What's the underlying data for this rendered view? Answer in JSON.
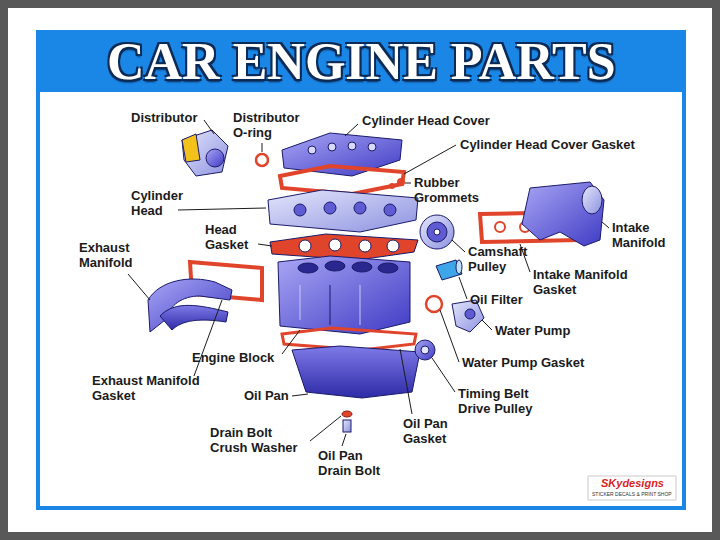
{
  "diagram": {
    "title": "CAR ENGINE PARTS",
    "labels": [
      "Distributor",
      "Distributor O-ring",
      "Cylinder Head Cover",
      "Cylinder Head Cover Gasket",
      "Rubber Grommets",
      "Cylinder Head",
      "Head Gasket",
      "Camshaft Pulley",
      "Intake Manifold",
      "Exhaust Manifold",
      "Intake Manifold Gasket",
      "Oil Filter",
      "Water Pump",
      "Engine Block",
      "Water Pump Gasket",
      "Exhaust Manifold Gasket",
      "Oil Pan",
      "Timing Belt Drive Pulley",
      "Drain Bolt Crush Washer",
      "Oil Pan Gasket",
      "Oil Pan Drain Bolt",
      "SKydesigns",
      "STICKER DECALS & PRINT SHOP"
    ]
  }
}
